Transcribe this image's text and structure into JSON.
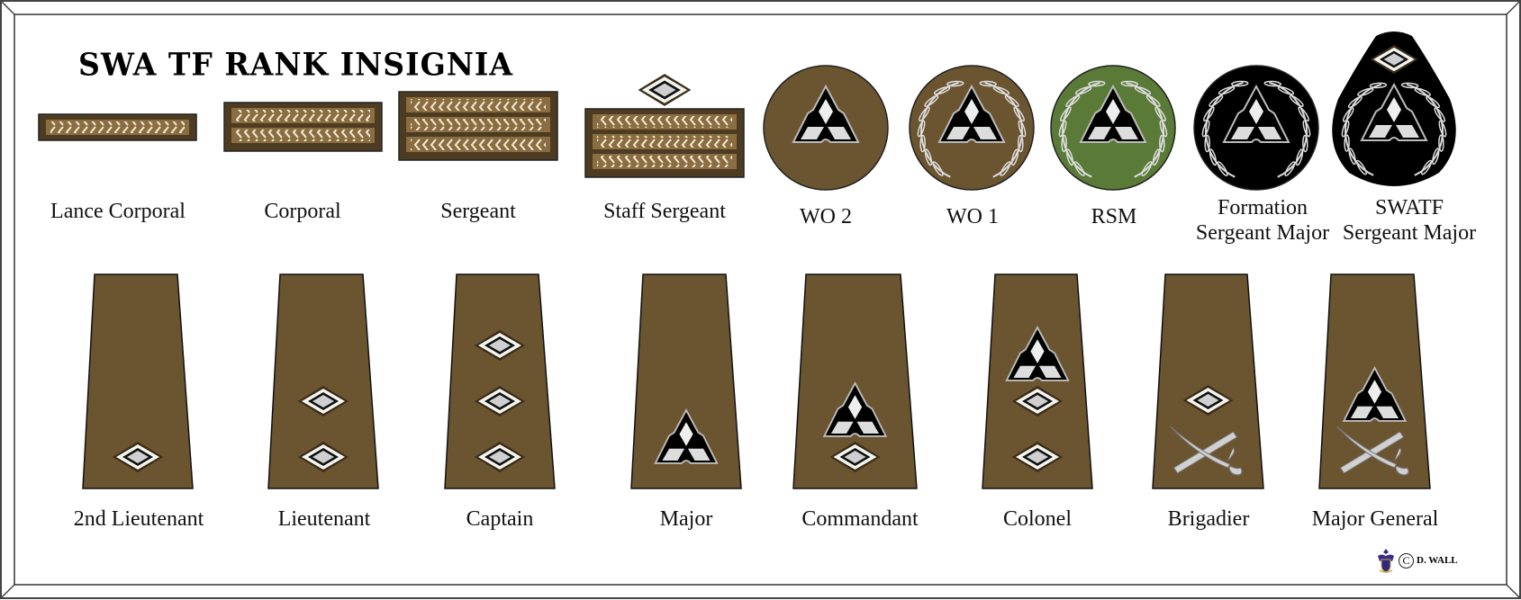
{
  "title": "SWA TF RANK INSIGNIA",
  "colors": {
    "khaki": "#6b5430",
    "khaki_dark": "#4e3c22",
    "chevron_band": "#8a6d40",
    "chevron": "#f2ead6",
    "green": "#5a7a38",
    "black": "#000000",
    "silver": "#d8d8d8"
  },
  "ranks_top": [
    {
      "label": "Lance Corporal",
      "type": "chevron",
      "bars": 1
    },
    {
      "label": "Corporal",
      "type": "chevron",
      "bars": 2
    },
    {
      "label": "Sergeant",
      "type": "chevron",
      "bars": 3
    },
    {
      "label": "Staff Sergeant",
      "type": "chevron",
      "bars": 3,
      "pip": true
    },
    {
      "label": "WO 2",
      "type": "badge",
      "background": "khaki",
      "wreath": false
    },
    {
      "label": "WO 1",
      "type": "badge",
      "background": "khaki",
      "wreath": true
    },
    {
      "label": "RSM",
      "type": "badge",
      "background": "green",
      "wreath": true
    },
    {
      "label_line1": "Formation",
      "label_line2": "Sergeant Major",
      "type": "badge",
      "background": "black",
      "wreath": true
    },
    {
      "label_line1": "SWATF",
      "label_line2": "Sergeant Major",
      "type": "badge-pear",
      "background": "black",
      "wreath": true,
      "pip": true
    }
  ],
  "ranks_bottom": [
    {
      "label": "2nd Lieutenant",
      "pips": 1,
      "triangles": 0,
      "swords": false
    },
    {
      "label": "Lieutenant",
      "pips": 2,
      "triangles": 0,
      "swords": false
    },
    {
      "label": "Captain",
      "pips": 3,
      "triangles": 0,
      "swords": false
    },
    {
      "label": "Major",
      "pips": 0,
      "triangles": 1,
      "swords": false
    },
    {
      "label": "Commandant",
      "pips": 1,
      "triangles": 1,
      "swords": false
    },
    {
      "label": "Colonel",
      "pips": 2,
      "triangles": 1,
      "swords": false
    },
    {
      "label": "Brigadier",
      "pips": 1,
      "triangles": 0,
      "swords": true
    },
    {
      "label": "Major General",
      "pips": 0,
      "triangles": 1,
      "swords": true
    }
  ],
  "credit": {
    "symbol": "C",
    "text": "D. WALL",
    "crest_icon": "coat-of-arms-icon"
  }
}
